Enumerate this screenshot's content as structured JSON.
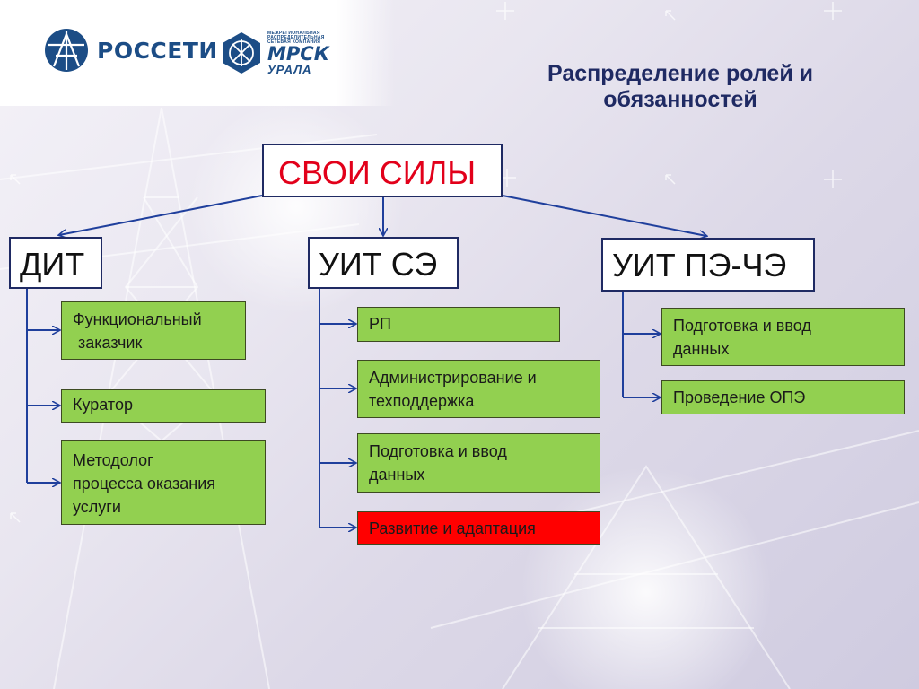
{
  "header": {
    "title_line1": "Распределение ролей и",
    "title_line2": "обязанностей"
  },
  "logos": {
    "rosseti": "РОССЕТИ",
    "mrsk_small": "МЕЖРЕГИОНАЛЬНАЯ РАСПРЕДЕЛИТЕЛЬНАЯ СЕТЕВАЯ КОМПАНИЯ",
    "mrsk_main": "МРСК",
    "mrsk_sub": "УРАЛА"
  },
  "colors": {
    "leaf_green": "#92d050",
    "leaf_red": "#ff0000",
    "root_text": "#e2001a",
    "line_blue": "#1f3f9c",
    "title_navy": "#1f2a63"
  },
  "diagram": {
    "root": "СВОИ СИЛЫ",
    "groups": [
      {
        "label": "ДИТ",
        "items": [
          {
            "line1": "Функциональный",
            "line2": "заказчик"
          },
          {
            "line1": "Куратор",
            "line2": ""
          },
          {
            "line1": "Методолог",
            "line2": "процесса оказания",
            "line3": "услуги"
          }
        ]
      },
      {
        "label": "УИТ СЭ",
        "items": [
          {
            "line1": "РП",
            "line2": ""
          },
          {
            "line1": "Администрирование и",
            "line2": "техподдержка"
          },
          {
            "line1": "Подготовка и ввод",
            "line2": "данных"
          },
          {
            "line1": "Развитие и адаптация",
            "line2": "",
            "highlight": "red"
          }
        ]
      },
      {
        "label": "УИТ ПЭ-ЧЭ",
        "items": [
          {
            "line1": "Подготовка и ввод",
            "line2": "данных"
          },
          {
            "line1": "Проведение ОПЭ",
            "line2": ""
          }
        ]
      }
    ]
  }
}
